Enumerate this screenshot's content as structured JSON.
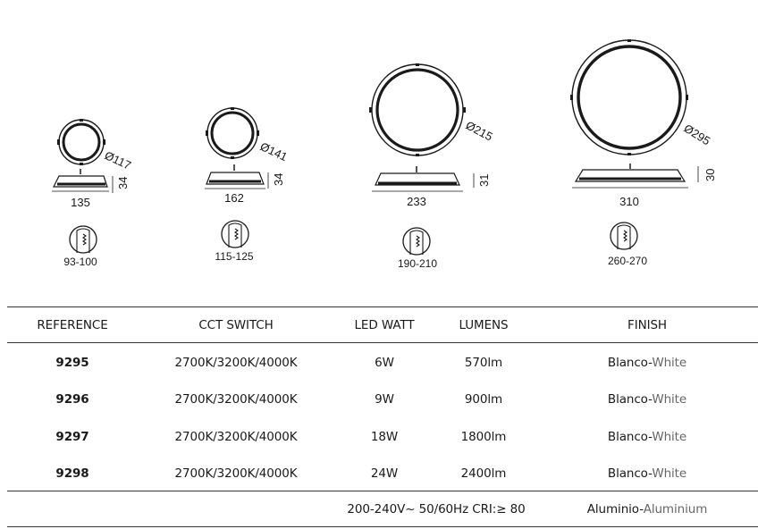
{
  "drawings": [
    {
      "diameter": "Ø117",
      "width": "135",
      "height": "34",
      "cutout": "93-100"
    },
    {
      "diameter": "Ø141",
      "width": "162",
      "height": "34",
      "cutout": "115-125"
    },
    {
      "diameter": "Ø215",
      "width": "233",
      "height": "31",
      "cutout": "190-210"
    },
    {
      "diameter": "Ø295",
      "width": "310",
      "height": "30",
      "cutout": "260-270"
    }
  ],
  "table": {
    "headers": {
      "reference": "REFERENCE",
      "cct": "CCT SWITCH",
      "watt": "LED WATT",
      "lumens": "LUMENS",
      "finish": "FINISH"
    },
    "rows": [
      {
        "reference": "9295",
        "cct": "2700K/3200K/4000K",
        "watt": "6W",
        "lumens": "570lm",
        "finish_es": "Blanco-",
        "finish_en": "White"
      },
      {
        "reference": "9296",
        "cct": "2700K/3200K/4000K",
        "watt": "9W",
        "lumens": "900lm",
        "finish_es": "Blanco-",
        "finish_en": "White"
      },
      {
        "reference": "9297",
        "cct": "2700K/3200K/4000K",
        "watt": "18W",
        "lumens": "1800lm",
        "finish_es": "Blanco-",
        "finish_en": "White"
      },
      {
        "reference": "9298",
        "cct": "2700K/3200K/4000K",
        "watt": "24W",
        "lumens": "2400lm",
        "finish_es": "Blanco-",
        "finish_en": "White"
      }
    ],
    "footer": {
      "electrical": "200-240V~ 50/60Hz  CRI:≥ 80",
      "material_es": "Aluminio-",
      "material_en": "Aluminium"
    }
  },
  "colors": {
    "text": "#1a1a1a",
    "secondary": "#666666",
    "rule": "#333333"
  }
}
